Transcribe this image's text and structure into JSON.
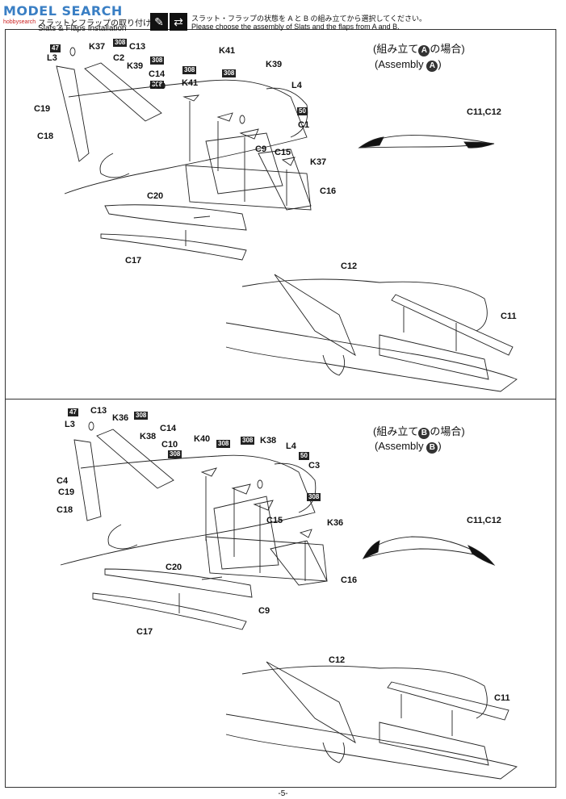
{
  "header": {
    "logo_text": "MODEL SEARCH",
    "logo_sub": "hobbysearch",
    "title_jp": "スラットとフラップの取り付け",
    "title_en": "Slats & Flaps Installation",
    "instruction_jp": "スラット・フラップの状態を A と B の組み立てから選択してください。",
    "instruction_en": "Please choose the assembly of Slats and the flaps from A and B.",
    "icons": [
      "brush-icon",
      "choice-arrows-icon"
    ]
  },
  "sectionA": {
    "title_jp_pre": "(組み立て",
    "title_letter": "A",
    "title_jp_post": "の場合)",
    "sub_pre": "(Assembly",
    "sub_letter": "A",
    "sub_post": ")",
    "slat_label": "C11,C12",
    "labels": {
      "L3": "L3",
      "K37a": "K37",
      "C13": "C13",
      "C2": "C2",
      "K39a": "K39",
      "C14": "C14",
      "C10": "C10",
      "C19": "C19",
      "C18": "C18",
      "K41a": "K41",
      "K41b": "K41",
      "K39b": "K39",
      "L4": "L4",
      "C1": "C1",
      "C9": "C9",
      "C15": "C15",
      "K37b": "K37",
      "C16": "C16",
      "C20": "C20",
      "C17": "C17",
      "C12": "C12",
      "C11": "C11"
    },
    "badges": {
      "b47": "47",
      "b308a": "308",
      "b308b": "308",
      "b308c": "308",
      "b308d": "308",
      "b50": "50",
      "b308e": "308"
    }
  },
  "sectionB": {
    "title_jp_pre": "(組み立て",
    "title_letter": "B",
    "title_jp_post": "の場合)",
    "sub_pre": "(Assembly",
    "sub_letter": "B",
    "sub_post": ")",
    "slat_label": "C11,C12",
    "labels": {
      "L3": "L3",
      "C13": "C13",
      "K36a": "K36",
      "C14": "C14",
      "K38a": "K38",
      "C10": "C10",
      "C4": "C4",
      "C19": "C19",
      "C18": "C18",
      "K40": "K40",
      "K38b": "K38",
      "L4": "L4",
      "C3": "C3",
      "C15": "C15",
      "K36b": "K36",
      "C16": "C16",
      "C20": "C20",
      "C9": "C9",
      "C17": "C17",
      "C12": "C12",
      "C11": "C11"
    },
    "badges": {
      "b47": "47",
      "b308a": "308",
      "b308b": "308",
      "b308c": "308",
      "b308d": "308",
      "b50": "50",
      "b308e": "308"
    }
  },
  "footer": {
    "page": "-5-"
  }
}
